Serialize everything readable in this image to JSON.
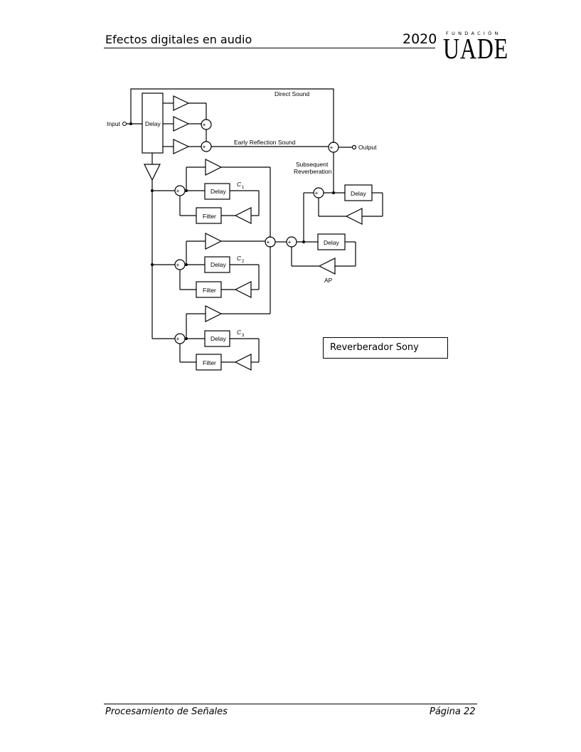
{
  "header": {
    "title": "Efectos digitales en audio",
    "year": "2020",
    "logo_small": "FUNDACIÓN",
    "logo_main": "UADE"
  },
  "diagram": {
    "input_label": "Input",
    "output_label": "Output",
    "direct_sound_label": "Direct Sound",
    "early_reflection_label": "Early Reflection Sound",
    "subsequent_label_line1": "Subsequent",
    "subsequent_label_line2": "Reverberation",
    "delay_label": "Delay",
    "filter_label": "Filter",
    "sum_symbol": "+",
    "comb_labels": [
      "C",
      "C",
      "C"
    ],
    "comb_subscripts": [
      "1",
      "2",
      "3"
    ],
    "ap_label": "AP"
  },
  "caption": "Reverberador Sony",
  "footer": {
    "left": "Procesamiento de Señales",
    "right": "Página 22"
  }
}
